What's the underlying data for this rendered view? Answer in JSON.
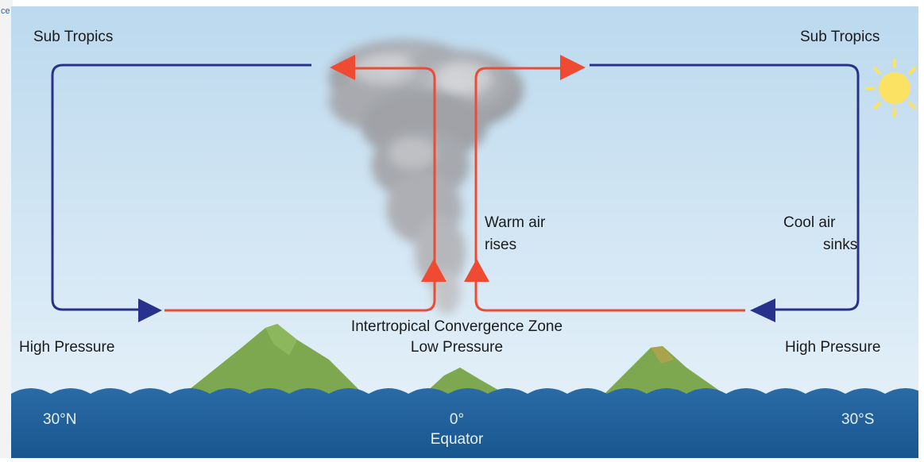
{
  "edge_fragment": "ce",
  "labels": {
    "sub_tropics_left": "Sub Tropics",
    "sub_tropics_right": "Sub Tropics",
    "warm_air_line1": "Warm air",
    "warm_air_line2": "rises",
    "cool_air_line1": "Cool air",
    "cool_air_line2": "sinks",
    "itcz": "Intertropical Convergence Zone",
    "low_pressure": "Low Pressure",
    "high_pressure_left": "High Pressure",
    "high_pressure_right": "High Pressure",
    "lat_left": "30°N",
    "lat_center": "0°",
    "lat_right": "30°S",
    "equator": "Equator"
  },
  "colors": {
    "sky_top": "#bcd9ee",
    "sky_bottom": "#e6f1f9",
    "ocean": "#1f5f99",
    "ocean_dark": "#144a7c",
    "warm_arrow": "#ef4a32",
    "cool_arrow": "#28328c",
    "island": "#7da84f",
    "island_dark": "#5f8a3c",
    "sun": "#fbe262",
    "cloud": "#8f8f93"
  },
  "icons": [
    "sun-icon",
    "cloud-icon",
    "island-icon",
    "arrow-icon"
  ]
}
